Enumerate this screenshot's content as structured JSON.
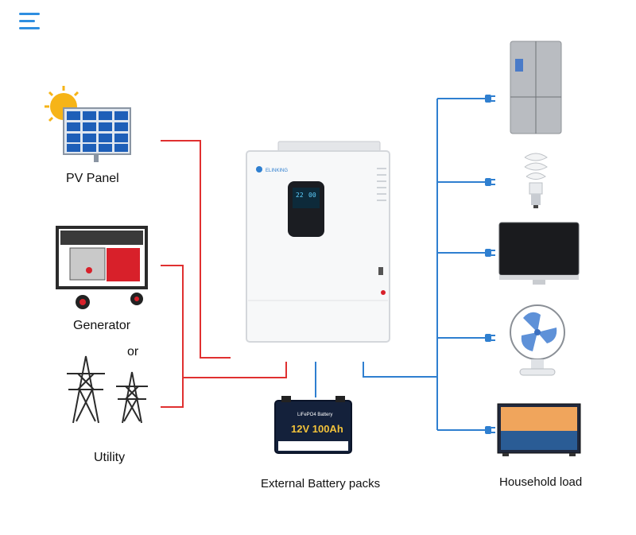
{
  "menu": {
    "icon": "hamburger-menu-icon"
  },
  "sources": {
    "pv_panel": "PV Panel",
    "generator": "Generator",
    "or": "or",
    "utility": "Utility"
  },
  "inverter": {
    "brand": "ELINKING",
    "display_left": "22",
    "display_right": "00"
  },
  "battery": {
    "title": "LiFePO4 Battery",
    "rating": "12V 100Ah",
    "label": "External Battery packs"
  },
  "loads": {
    "label": "Household load",
    "items": [
      "refrigerator-icon",
      "light-bulb-icon",
      "monitor-icon",
      "fan-icon",
      "tv-icon"
    ]
  },
  "colors": {
    "input_wire": "#e03030",
    "output_wire": "#2f7fd0",
    "menu": "#2e8ee0"
  }
}
